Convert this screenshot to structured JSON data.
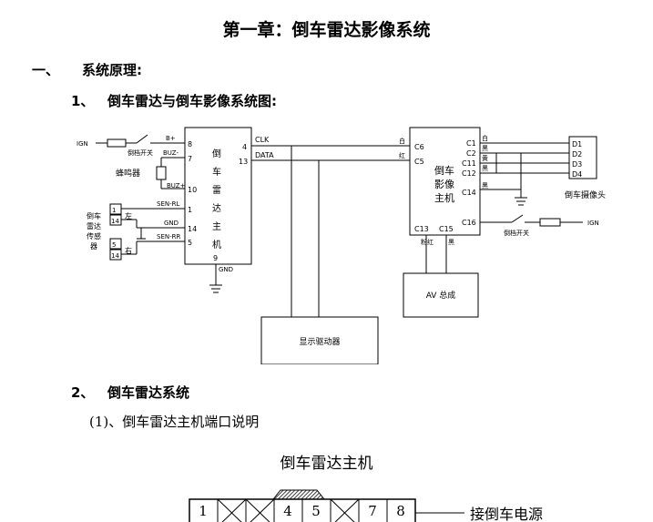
{
  "title": "第一章：倒车雷达影像系统",
  "section1": {
    "num": "一、",
    "label": "系统原理:"
  },
  "sub1": {
    "num": "1、",
    "label": "倒车雷达与倒车影像系统图:"
  },
  "sub2": {
    "num": "2、",
    "label": "倒车雷达系统"
  },
  "sub3": "(1)、倒车雷达主机端口说明",
  "figure_title": "倒车雷达主机",
  "diagram": {
    "ign": "IGN",
    "reverse_switch": "倒档开关",
    "buzzer": "蜂鸣器",
    "radar_sensor": [
      "倒车",
      "雷达",
      "传感",
      "器"
    ],
    "radar_host": [
      "倒",
      "车",
      "雷",
      "达",
      "主",
      "机"
    ],
    "left": "左",
    "right": "右",
    "labels_left": {
      "b_plus": "B+",
      "buz_minus": "BUZ-",
      "buz_plus": "BUZ+",
      "sen_rl": "SEN-RL",
      "gnd": "GND",
      "sen_rr": "SEN-RR"
    },
    "pins_left": {
      "p8": "8",
      "p7": "7",
      "p10": "10",
      "p1": "1",
      "p14": "14",
      "p5": "5",
      "p9": "9",
      "p4": "4",
      "p13": "13"
    },
    "clk": "CLK",
    "data": "DATA",
    "gnd": "GND",
    "white": "白",
    "red": "红",
    "black": "黑",
    "yellow": "黄",
    "pink_red": "粉红",
    "video_host": [
      "倒车",
      "影像",
      "主机"
    ],
    "video_pins": {
      "c6": "C6",
      "c5": "C5",
      "c1": "C1",
      "c2": "C2",
      "c11": "C11",
      "c12": "C12",
      "c14": "C14",
      "c16": "C16",
      "c13": "C13",
      "c15": "C15"
    },
    "camera_pins": [
      "D1",
      "D2",
      "D3",
      "D4"
    ],
    "camera": "倒车摄像头",
    "av": "AV 总成",
    "display": "显示驱动器",
    "sensor_pins": {
      "s1": "1",
      "s14a": "14",
      "s5": "5",
      "s14b": "14"
    }
  },
  "connector": {
    "pins": [
      "1",
      "",
      "",
      "4",
      "5",
      "",
      "7",
      "8"
    ],
    "label": "接倒车电源"
  }
}
